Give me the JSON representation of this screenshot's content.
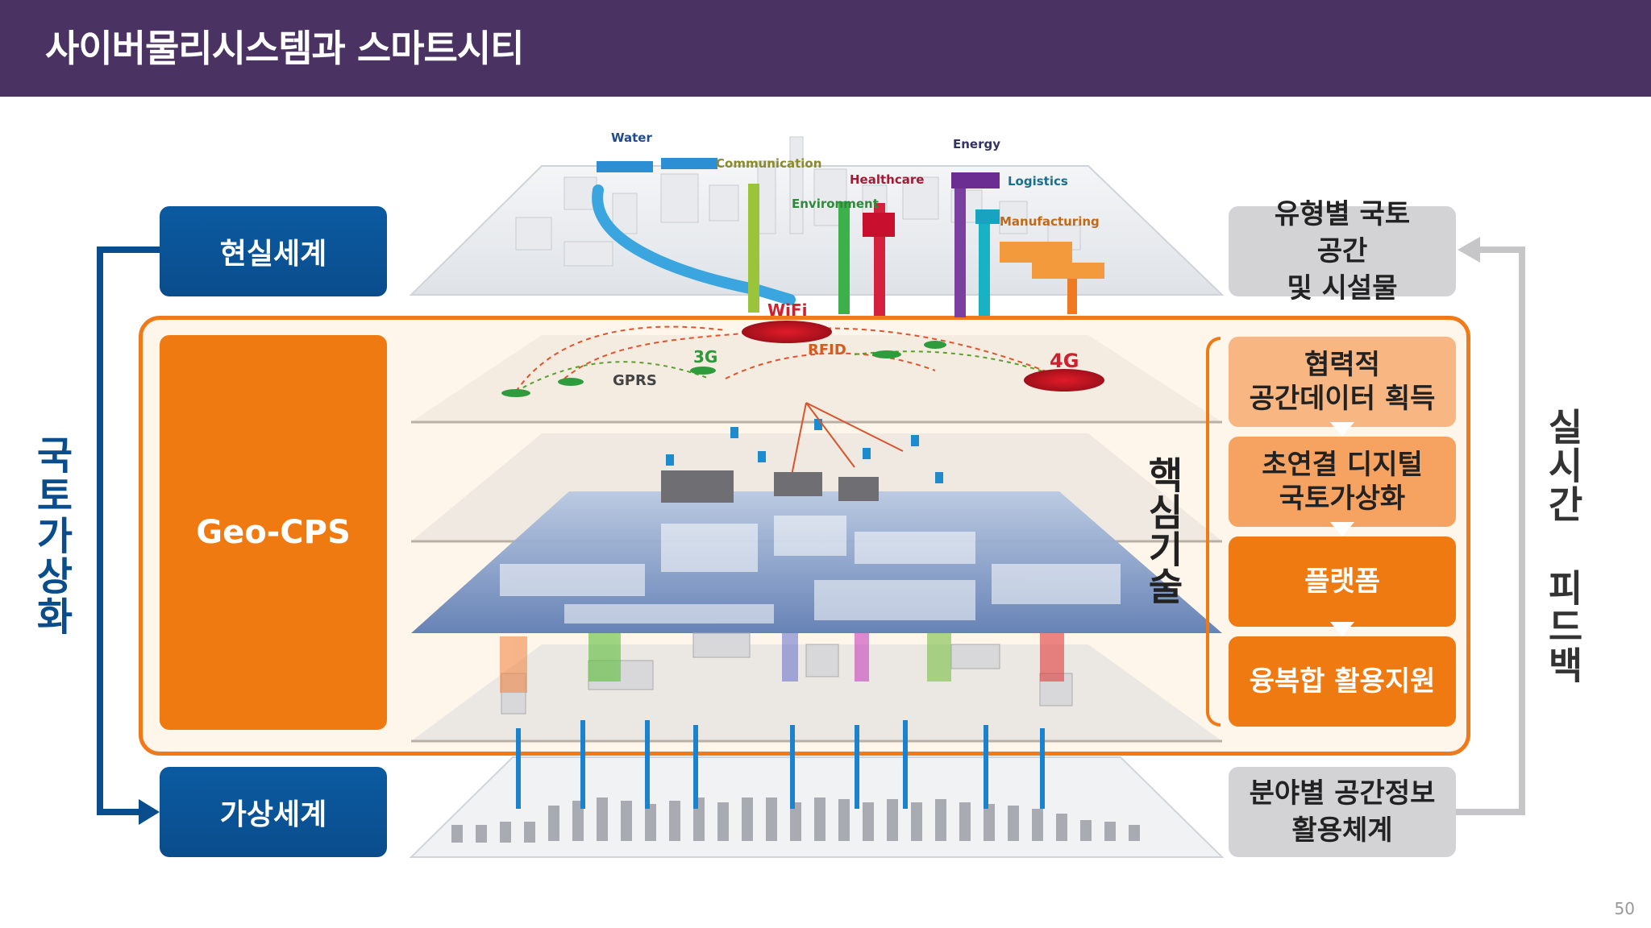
{
  "header": {
    "title": "사이버물리시스템과 스마트시티"
  },
  "page_number": "50",
  "left": {
    "real_world": "현실세계",
    "geo_cps": "Geo-CPS",
    "virtual_world": "가상세계",
    "vertical_label": "국토가상화"
  },
  "center": {
    "core_label": "핵심기술",
    "illustration_labels": {
      "water": "Water",
      "communication": "Communication",
      "energy": "Energy",
      "healthcare": "Healthcare",
      "logistics": "Logistics",
      "environment": "Environment",
      "manufacturing": "Manufacturing",
      "wifi": "WiFi",
      "rfid": "RFID",
      "g3": "3G",
      "gprs": "GPRS",
      "g4": "4G"
    }
  },
  "right": {
    "top_box": "유형별 국토\n공간\n및 시설물",
    "steps": [
      "협력적\n공간데이터 획득",
      "초연결 디지털\n국토가상화",
      "플랫폼",
      "융복합 활용지원"
    ],
    "bottom_box": "분야별 공간정보\n활용체계",
    "vertical_label": "실시간 피드백"
  },
  "colors": {
    "header_bg": "#4a3262",
    "blue": "#0a4d8c",
    "orange": "#f07a12",
    "gray": "#d3d3d5"
  }
}
